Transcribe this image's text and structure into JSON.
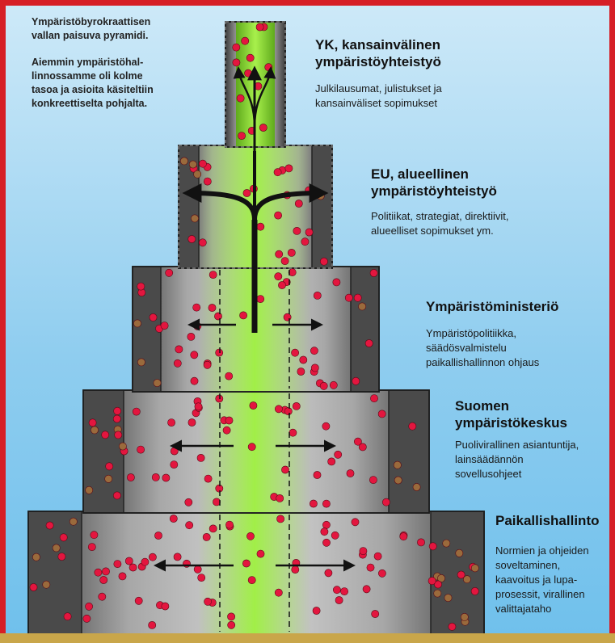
{
  "intro": {
    "line1": "Ympäristöbyrokraattisen",
    "line2": "vallan paisuva pyramidi.",
    "p2_line1": "Aiemmin ympäristöhal-",
    "p2_line2": "linnossamme oli kolme",
    "p2_line3": "tasoa ja asioita käsiteltiin",
    "p2_line4": "konkreettiselta pohjalta."
  },
  "levels": [
    {
      "title_line1": "YK, kansainvälinen",
      "title_line2": "ympäristöyhteistyö",
      "desc": [
        "Julkilausumat, julistukset ja",
        "kansainväliset sopimukset"
      ]
    },
    {
      "title_line1": "EU, alueellinen",
      "title_line2": "ympäristöyhteistyö",
      "desc": [
        "Politiikat, strategiat, direktiivit,",
        "alueelliset sopimukset ym."
      ]
    },
    {
      "title_line1": "Ympäristöministeriö",
      "title_line2": "",
      "desc": [
        "Ympäristöpolitiikka,",
        "säädösvalmistelu",
        "paikallishallinnon ohjaus"
      ]
    },
    {
      "title_line1": "Suomen",
      "title_line2": "ympäristökeskus",
      "desc": [
        "Puolivirallinen asiantuntija,",
        "lainsäädännön",
        "sovellusohjeet"
      ]
    },
    {
      "title_line1": "Paikallishallinto",
      "title_line2": "",
      "desc": [
        "Normien ja ohjeiden",
        "soveltaminen,",
        "kaavoitus ja lupa-",
        "prosessit, virallinen",
        "valittajataho"
      ]
    }
  ],
  "colors": {
    "border": "#d61f26",
    "dot_red": "#e3163f",
    "dot_brown": "#9a6a3c",
    "core_green": "#8fe036",
    "sky": "#8fcdef",
    "ground": "#c9a64a"
  }
}
